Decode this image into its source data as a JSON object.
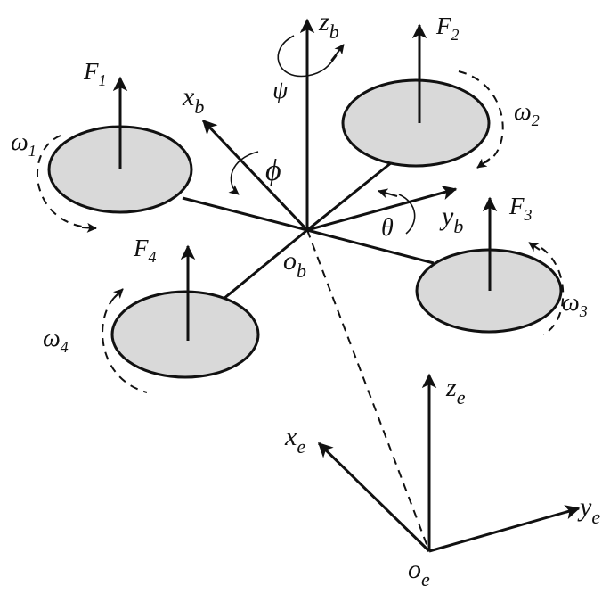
{
  "colors": {
    "stroke": "#111111",
    "rotor_fill": "#d9d9d9",
    "background": "#ffffff"
  },
  "body_frame": {
    "origin": {
      "main": "o",
      "sub": "b"
    },
    "x_axis": {
      "main": "x",
      "sub": "b"
    },
    "y_axis": {
      "main": "y",
      "sub": "b"
    },
    "z_axis": {
      "main": "z",
      "sub": "b"
    }
  },
  "earth_frame": {
    "origin": {
      "main": "o",
      "sub": "e"
    },
    "x_axis": {
      "main": "x",
      "sub": "e"
    },
    "y_axis": {
      "main": "y",
      "sub": "e"
    },
    "z_axis": {
      "main": "z",
      "sub": "e"
    }
  },
  "angles": {
    "yaw": "ψ",
    "roll": "ϕ",
    "pitch": "θ"
  },
  "rotors": [
    {
      "force": {
        "main": "F",
        "sub": "1"
      },
      "speed": {
        "main": "ω",
        "sub": "1"
      }
    },
    {
      "force": {
        "main": "F",
        "sub": "2"
      },
      "speed": {
        "main": "ω",
        "sub": "2"
      }
    },
    {
      "force": {
        "main": "F",
        "sub": "3"
      },
      "speed": {
        "main": "ω",
        "sub": "3"
      }
    },
    {
      "force": {
        "main": "F",
        "sub": "4"
      },
      "speed": {
        "main": "ω",
        "sub": "4"
      }
    }
  ]
}
